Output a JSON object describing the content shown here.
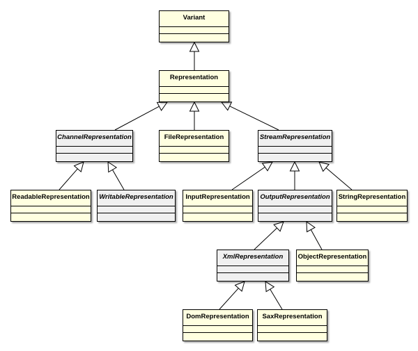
{
  "colors": {
    "concrete_fill": "#ffffe0",
    "abstract_fill": "#f0f0f0",
    "line": "#000000",
    "arrowhead_fill": "#ffffff"
  },
  "classes": [
    {
      "id": "variant",
      "name": "Variant",
      "abstract": false
    },
    {
      "id": "representation",
      "name": "Representation",
      "abstract": false
    },
    {
      "id": "channel",
      "name": "ChannelRepresentation",
      "abstract": true
    },
    {
      "id": "file",
      "name": "FileRepresentation",
      "abstract": false
    },
    {
      "id": "stream",
      "name": "StreamRepresentation",
      "abstract": true
    },
    {
      "id": "readable",
      "name": "ReadableRepresentation",
      "abstract": false
    },
    {
      "id": "writable",
      "name": "WritableRepresentation",
      "abstract": true
    },
    {
      "id": "input",
      "name": "InputRepresentation",
      "abstract": false
    },
    {
      "id": "output",
      "name": "OutputRepresentation",
      "abstract": true
    },
    {
      "id": "string",
      "name": "StringRepresentation",
      "abstract": false
    },
    {
      "id": "xml",
      "name": "XmlRepresentation",
      "abstract": true
    },
    {
      "id": "object",
      "name": "ObjectRepresentation",
      "abstract": false
    },
    {
      "id": "dom",
      "name": "DomRepresentation",
      "abstract": false
    },
    {
      "id": "sax",
      "name": "SaxRepresentation",
      "abstract": false
    }
  ],
  "generalizations": [
    {
      "child": "representation",
      "parent": "variant"
    },
    {
      "child": "channel",
      "parent": "representation"
    },
    {
      "child": "file",
      "parent": "representation"
    },
    {
      "child": "stream",
      "parent": "representation"
    },
    {
      "child": "readable",
      "parent": "channel"
    },
    {
      "child": "writable",
      "parent": "channel"
    },
    {
      "child": "input",
      "parent": "stream"
    },
    {
      "child": "output",
      "parent": "stream"
    },
    {
      "child": "string",
      "parent": "stream"
    },
    {
      "child": "xml",
      "parent": "output"
    },
    {
      "child": "object",
      "parent": "output"
    },
    {
      "child": "dom",
      "parent": "xml"
    },
    {
      "child": "sax",
      "parent": "xml"
    }
  ]
}
